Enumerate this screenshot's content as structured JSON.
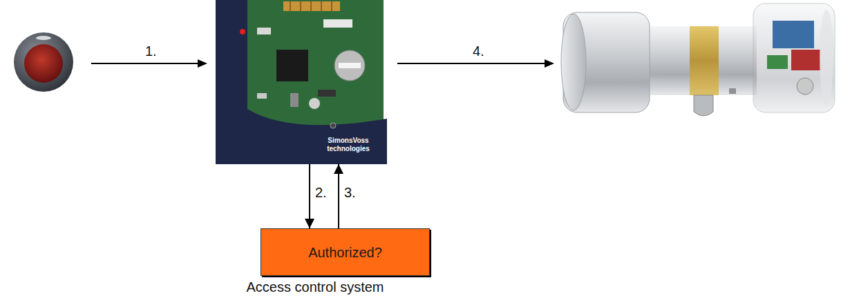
{
  "diagram": {
    "nodes": [
      {
        "text": [
          "SimonsVoss technologies"
        ]
      },
      {
        "text": [
          "Authorized?",
          "Access control system"
        ]
      }
    ],
    "edges": [
      {
        "from": 0,
        "to": 1,
        "arrow": "to",
        "label": "2."
      },
      {
        "from": 1,
        "to": 0,
        "arrow": "to",
        "label": "3."
      }
    ],
    "labels": [
      "1.",
      "4."
    ]
  }
}
